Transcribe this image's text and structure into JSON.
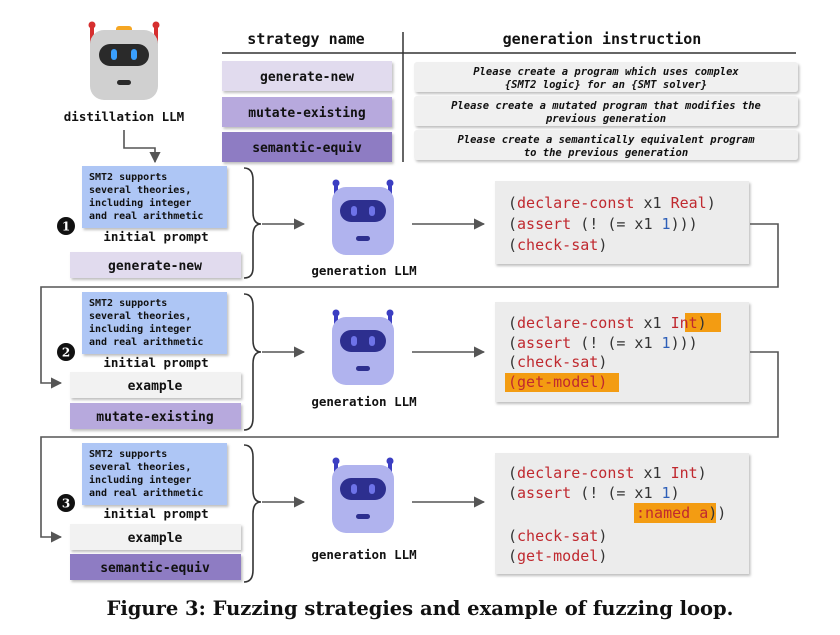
{
  "distill": {
    "label": "distillation LLM"
  },
  "table": {
    "header_strategy": "strategy name",
    "header_instruction": "generation instruction",
    "rows": [
      {
        "strategy": "generate-new",
        "color": "#e1dbee",
        "instruction_line1": "Please create a program which uses complex",
        "instruction_line2": "{SMT2 logic} for an {SMT solver}"
      },
      {
        "strategy": "mutate-existing",
        "color": "#b7a9dd",
        "instruction_line1": "Please create a mutated program that modifies the",
        "instruction_line2": "previous generation"
      },
      {
        "strategy": "semantic-equiv",
        "color": "#8e7cc3",
        "instruction_line1": "Please create a semantically equivalent program",
        "instruction_line2": "to the previous generation"
      }
    ]
  },
  "prompt_box": {
    "lines": [
      "SMT2 supports",
      "several theories,",
      "including integer",
      "and real arithmetic"
    ],
    "color": "#aec6f5"
  },
  "steps": [
    {
      "number": "1",
      "prompt_label": "initial prompt",
      "example_label": "",
      "strategy": "generate-new",
      "strategy_color": "#e1dbee",
      "llm_label": "generation LLM"
    },
    {
      "number": "2",
      "prompt_label": "initial prompt",
      "example_label": "example",
      "strategy": "mutate-existing",
      "strategy_color": "#b7a9dd",
      "llm_label": "generation LLM"
    },
    {
      "number": "3",
      "prompt_label": "initial prompt",
      "example_label": "example",
      "strategy": "semantic-equiv",
      "strategy_color": "#8e7cc3",
      "llm_label": "generation LLM"
    }
  ],
  "code": {
    "c1": {
      "l1": {
        "a": "(",
        "b": "declare-const",
        "c": " x1 ",
        "d": "Real",
        "e": ")"
      },
      "l2": {
        "a": "(",
        "b": "assert",
        "c": " (! (= x1 ",
        "d": "1",
        "e": ")))"
      },
      "l3": {
        "a": "(",
        "b": "check-sat",
        "c": ")"
      }
    },
    "c2": {
      "l1": {
        "a": "(",
        "b": "declare-const",
        "c": " x1 ",
        "d": "Int",
        "e": ")"
      },
      "l2": {
        "a": "(",
        "b": "assert",
        "c": " (! (= x1 ",
        "d": "1",
        "e": ")))"
      },
      "l3": {
        "a": "(",
        "b": "check-sat",
        "c": ")"
      },
      "l4": {
        "a": "(get-model)"
      }
    },
    "c3": {
      "l1": {
        "a": "(",
        "b": "declare-const",
        "c": " x1 ",
        "d": "Int",
        "e": ")"
      },
      "l2": {
        "a": "(",
        "b": "assert",
        "c": " (! (= x1 ",
        "d": "1",
        "e": ")"
      },
      "l3": {
        "a": ":named a",
        "b": "))"
      },
      "l4": {
        "a": "(",
        "b": "check-sat",
        "c": ")"
      },
      "l5": {
        "a": "(",
        "b": "get-model",
        "c": ")"
      }
    },
    "colors": {
      "keyword": "#c0292f",
      "number": "#2e5fb8",
      "highlight": "#f39c12",
      "plain": "#333333"
    }
  },
  "caption": "Figure 3: Fuzzing strategies and example of fuzzing loop."
}
